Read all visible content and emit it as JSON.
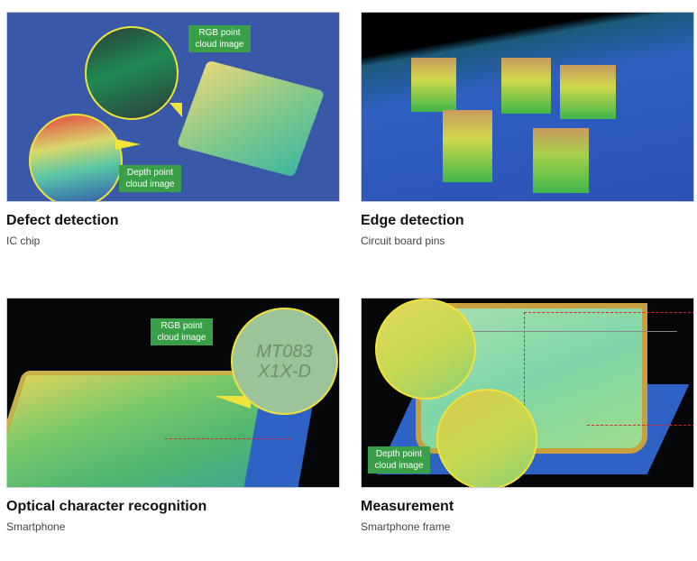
{
  "cards": [
    {
      "title": "Defect detection",
      "subtitle": "IC chip",
      "labels": [
        "RGB point cloud image",
        "Depth point cloud image"
      ]
    },
    {
      "title": "Edge detection",
      "subtitle": "Circuit board pins"
    },
    {
      "title": "Optical character recognition",
      "subtitle": "Smartphone",
      "labels": [
        "RGB point cloud image"
      ],
      "zoom_text": "MT083 X1X-D"
    },
    {
      "title": "Measurement",
      "subtitle": "Smartphone frame",
      "labels": [
        "Depth point cloud image"
      ]
    }
  ],
  "colors": {
    "label_green": "#3aa047",
    "highlight_yellow": "#f2e33a",
    "background_blue": "#3a58a8"
  }
}
